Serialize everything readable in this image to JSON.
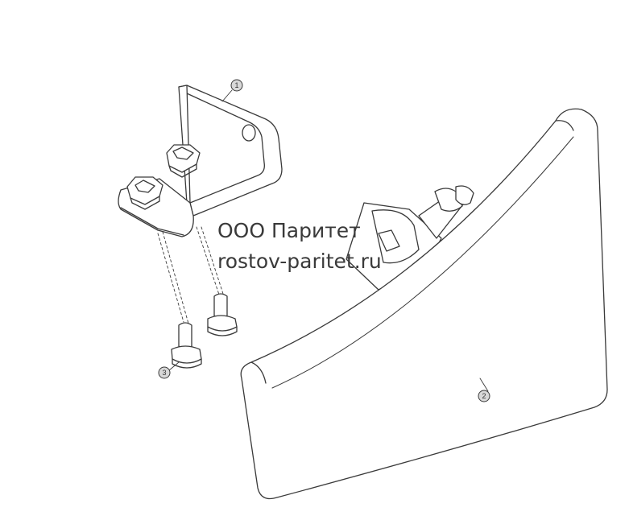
{
  "watermark": {
    "line1": "ООО Паритет",
    "line2": "rostov-paritet.ru"
  },
  "callouts": [
    {
      "id": "1",
      "label": "1"
    },
    {
      "id": "2",
      "label": "2"
    },
    {
      "id": "3",
      "label": "3"
    }
  ],
  "colors": {
    "line": "#3a3a3a",
    "fill": "#ffffff",
    "callout_fill": "#d8d8d8"
  },
  "parts": [
    "bracket-icon",
    "reflector-icon",
    "bolt-icon",
    "nut-icon"
  ]
}
